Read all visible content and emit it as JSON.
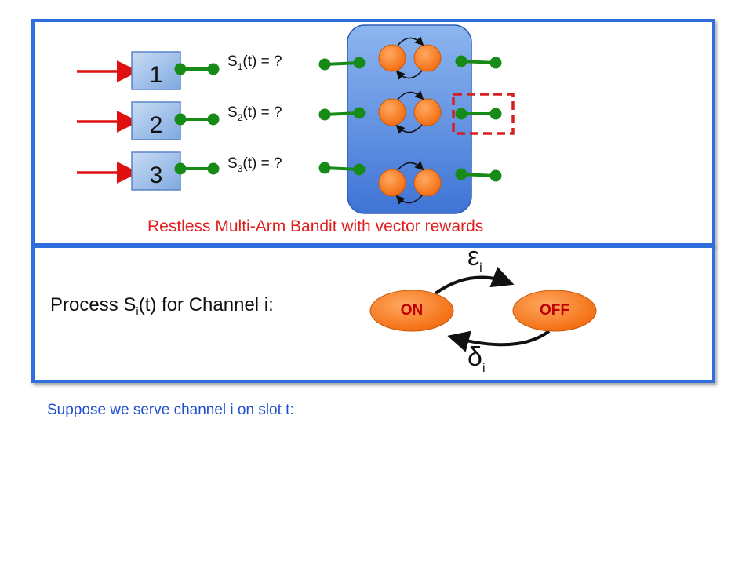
{
  "channels": [
    "1",
    "2",
    "3"
  ],
  "state_labels": [
    {
      "prefix": "S",
      "sub": "1",
      "suffix": "(t) = ?"
    },
    {
      "prefix": "S",
      "sub": "2",
      "suffix": "(t) = ?"
    },
    {
      "prefix": "S",
      "sub": "3",
      "suffix": "(t) = ?"
    }
  ],
  "caption": "Restless Multi-Arm Bandit with vector rewards",
  "process": {
    "prefix": "Process S",
    "sub": "i",
    "suffix": "(t) for Channel i:"
  },
  "states": {
    "on": "ON",
    "off": "OFF"
  },
  "epsilon": {
    "symbol": "ε",
    "sub": "i"
  },
  "delta": {
    "symbol": "δ",
    "sub": "i"
  },
  "footer": "Suppose we serve channel i on slot t:",
  "colors": {
    "panel_border": "#2f6fde",
    "arrow_red": "#e01010",
    "connector_green": "#178a17",
    "node_orange": "#ff7a1a",
    "selection_dash": "#d42020",
    "caption_red": "#e02020",
    "footer_blue": "#1f4fd0",
    "state_text_red": "#c00000"
  }
}
